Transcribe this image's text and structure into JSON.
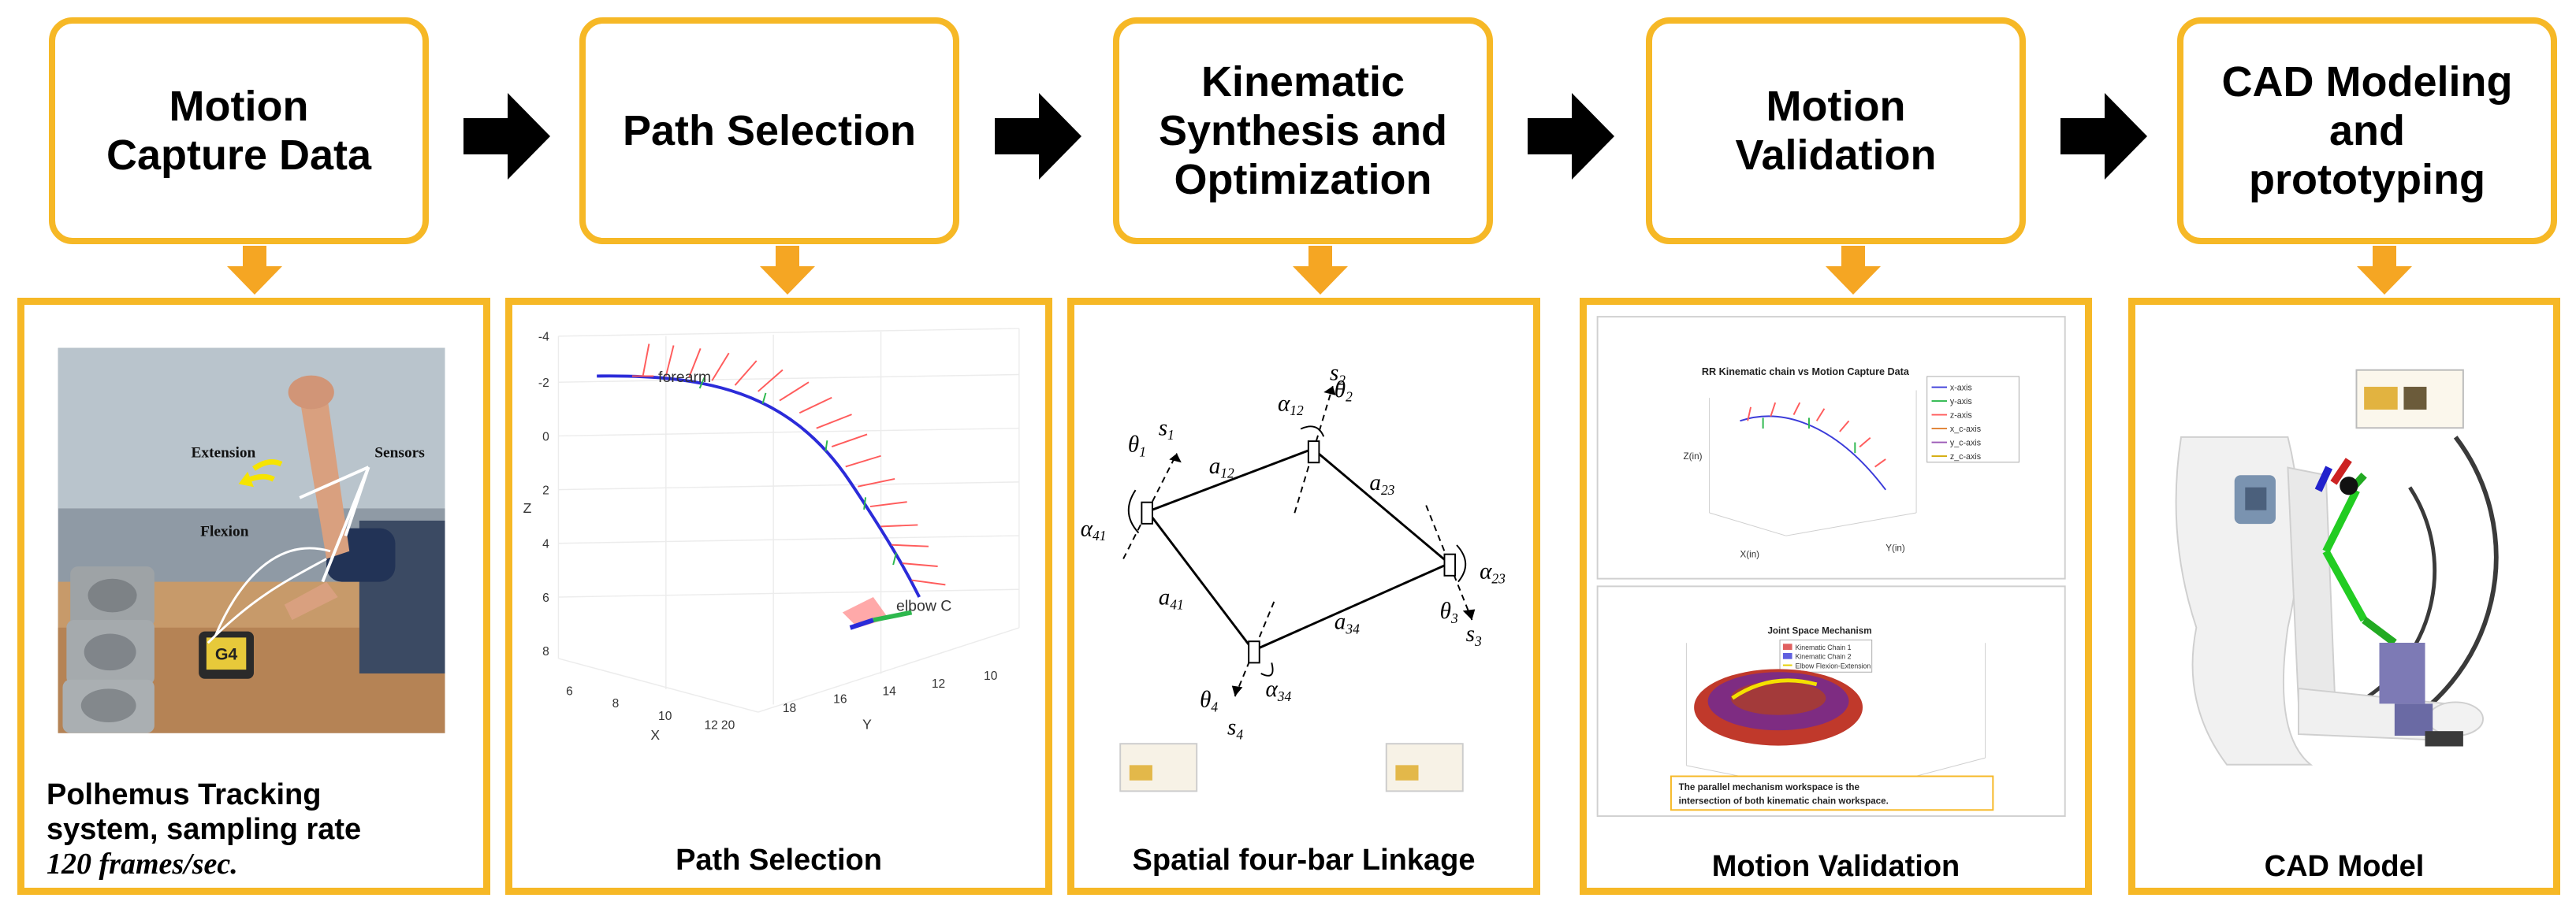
{
  "steps": [
    {
      "label": "Motion\nCapture Data"
    },
    {
      "label": "Path Selection"
    },
    {
      "label": "Kinematic\nSynthesis and\nOptimization"
    },
    {
      "label": "Motion\nValidation"
    },
    {
      "label": "CAD Modeling\nand\nprototyping"
    }
  ],
  "panel1": {
    "photo": {
      "extension": "Extension",
      "flexion": "Flexion",
      "sensors": "Sensors",
      "device": "G4"
    },
    "caption_line1": "Polhemus Tracking",
    "caption_line2": "system, sampling rate",
    "caption_math": "120 frames/sec."
  },
  "panel2": {
    "legend": "forearm",
    "elbow_label": "elbow C",
    "axis_z": "Z",
    "axis_x": "X",
    "axis_y": "Y",
    "z_ticks": [
      "-4",
      "-2",
      "0",
      "2",
      "4",
      "6",
      "8"
    ],
    "x_ticks": [
      "6",
      "8",
      "10",
      "12"
    ],
    "y_ticks": [
      "20",
      "18",
      "16",
      "14",
      "12",
      "10"
    ],
    "caption": "Path Selection"
  },
  "panel3": {
    "labels": {
      "s1": "s",
      "s2": "s",
      "s3": "s",
      "s4": "s"
    },
    "caption": "Spatial four-bar Linkage"
  },
  "panel4": {
    "plot1_title": "RR Kinematic chain   vs Motion Capture Data",
    "plot1_legend": [
      "x-axis",
      "y-axis",
      "z-axis",
      "x_c-axis",
      "y_c-axis",
      "z_c-axis"
    ],
    "plot1_xlabel": "X(in)",
    "plot1_ylabel": "Y(in)",
    "plot1_zlabel": "Z(in)",
    "plot2_title": "Joint Space Mechanism",
    "plot2_legend": [
      "Kinematic Chain 1",
      "Kinematic Chain 2",
      "Elbow Flexion-Extension"
    ],
    "plot2_note_line1": "The parallel mechanism workspace is the",
    "plot2_note_line2": "intersection of both kinematic chain workspace.",
    "caption": "Motion Validation"
  },
  "panel5": {
    "caption": "CAD Model"
  },
  "colors": {
    "border": "#f6b826",
    "arrow": "#000000",
    "down_arrow": "#f5a623"
  }
}
